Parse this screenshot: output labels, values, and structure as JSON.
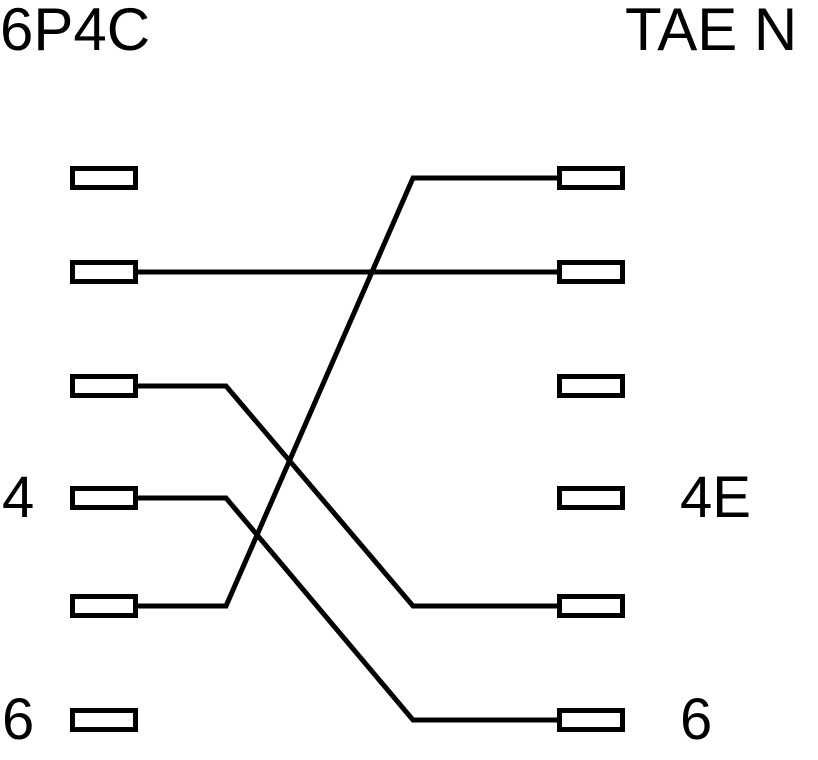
{
  "page": {
    "background_color": "#ffffff",
    "line_color": "#000000"
  },
  "left_connector": {
    "title": "6P4C",
    "pins": [
      {
        "number": 1,
        "label": ""
      },
      {
        "number": 2,
        "label": ""
      },
      {
        "number": 3,
        "label": ""
      },
      {
        "number": 4,
        "label": "4"
      },
      {
        "number": 5,
        "label": ""
      },
      {
        "number": 6,
        "label": "6"
      }
    ]
  },
  "right_connector": {
    "title": "TAE N",
    "pins": [
      {
        "number": 1,
        "label": ""
      },
      {
        "number": 2,
        "label": ""
      },
      {
        "number": 3,
        "label": ""
      },
      {
        "number": 4,
        "label": "4E"
      },
      {
        "number": 5,
        "label": ""
      },
      {
        "number": 6,
        "label": "6"
      }
    ]
  },
  "connections": [
    {
      "left_pin": 2,
      "right_pin": 2
    },
    {
      "left_pin": 3,
      "right_pin": 5
    },
    {
      "left_pin": 4,
      "right_pin": 6
    },
    {
      "left_pin": 5,
      "right_pin": 1
    }
  ]
}
